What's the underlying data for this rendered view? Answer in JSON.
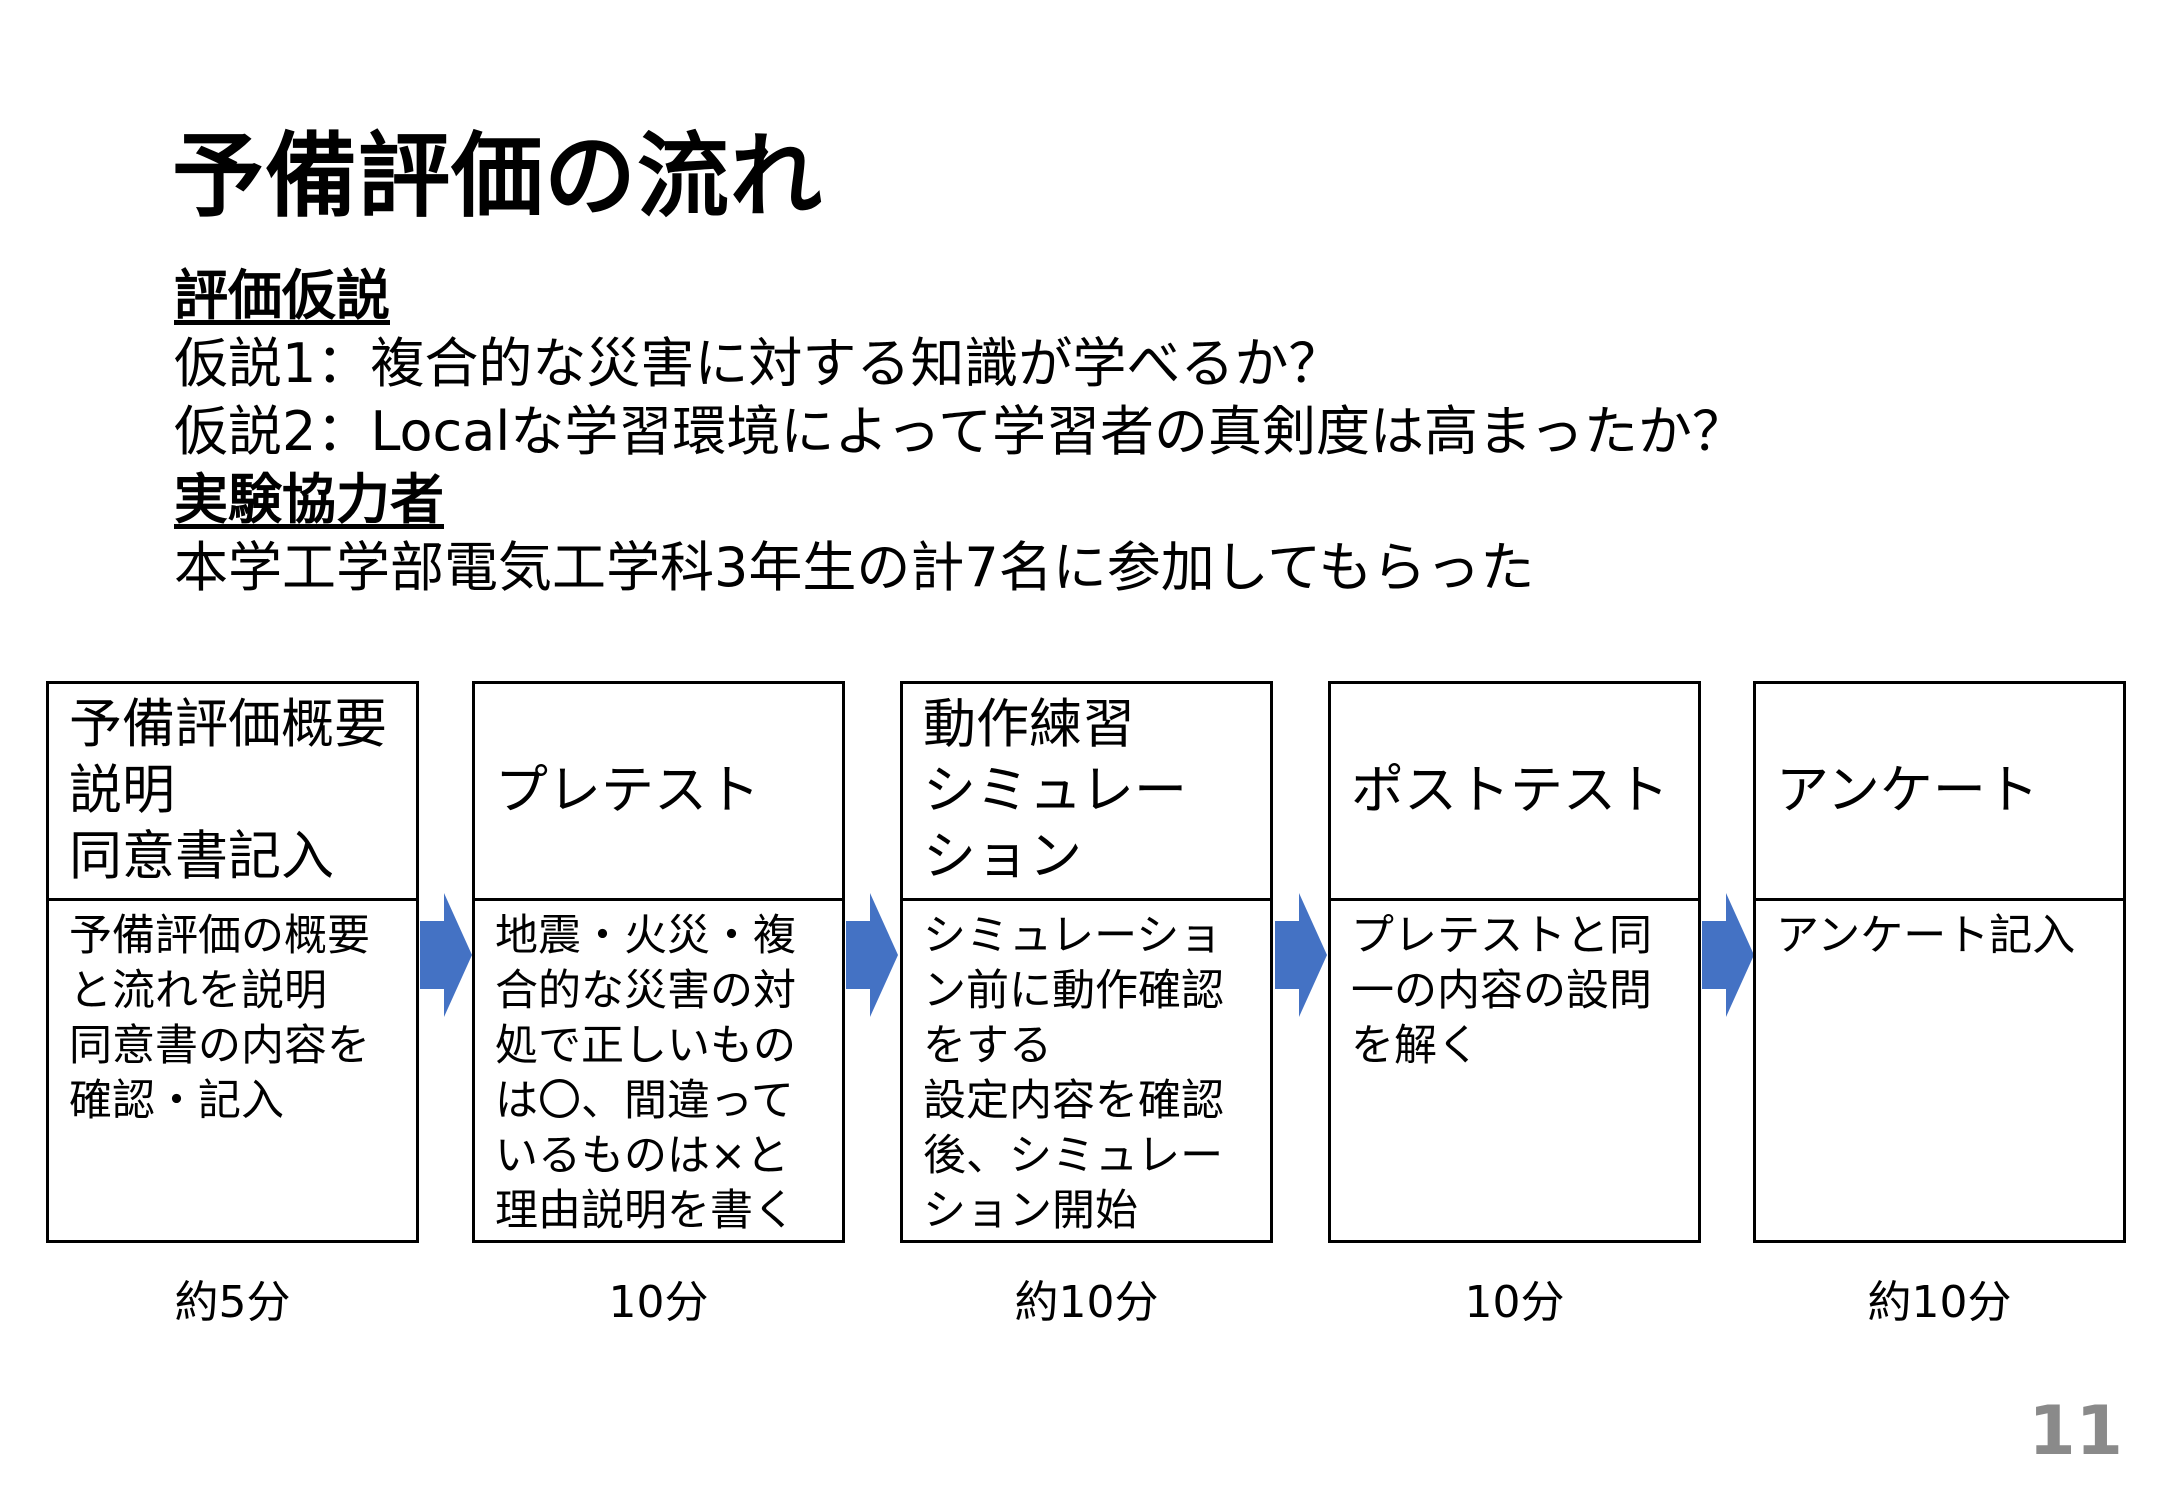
{
  "title": "予備評価の流れ",
  "hypothesis": {
    "heading": "評価仮説",
    "lines": [
      "仮説1：複合的な災害に対する知識が学べるか？",
      "仮説2：Localな学習環境によって学習者の真剣度は高まったか？"
    ]
  },
  "participants": {
    "heading": "実験協力者",
    "text": "本学工学部電気工学科3年生の計7名に参加してもらった"
  },
  "steps": [
    {
      "title": "予備評価概要\n説明\n同意書記入",
      "description": "予備評価の概要\nと流れを説明\n同意書の内容を\n確認・記入",
      "duration": "約5分"
    },
    {
      "title": "プレテスト",
      "description": "地震・火災・複\n合的な災害の対\n処で正しいもの\nは〇、間違って\nいるものは×と\n理由説明を書く",
      "duration": "10分"
    },
    {
      "title": "動作練習\nシミュレー\nション",
      "description": "シミュレーショ\nン前に動作確認\nをする\n設定内容を確認\n後、シミュレー\nション開始",
      "duration": "約10分"
    },
    {
      "title": "ポストテスト",
      "description": "プレテストと同\n一の内容の設問\nを解く",
      "duration": "10分"
    },
    {
      "title": "アンケート",
      "description": "アンケート記入",
      "duration": "約10分"
    }
  ],
  "arrow_color": "#4472C4",
  "page_number": "11"
}
